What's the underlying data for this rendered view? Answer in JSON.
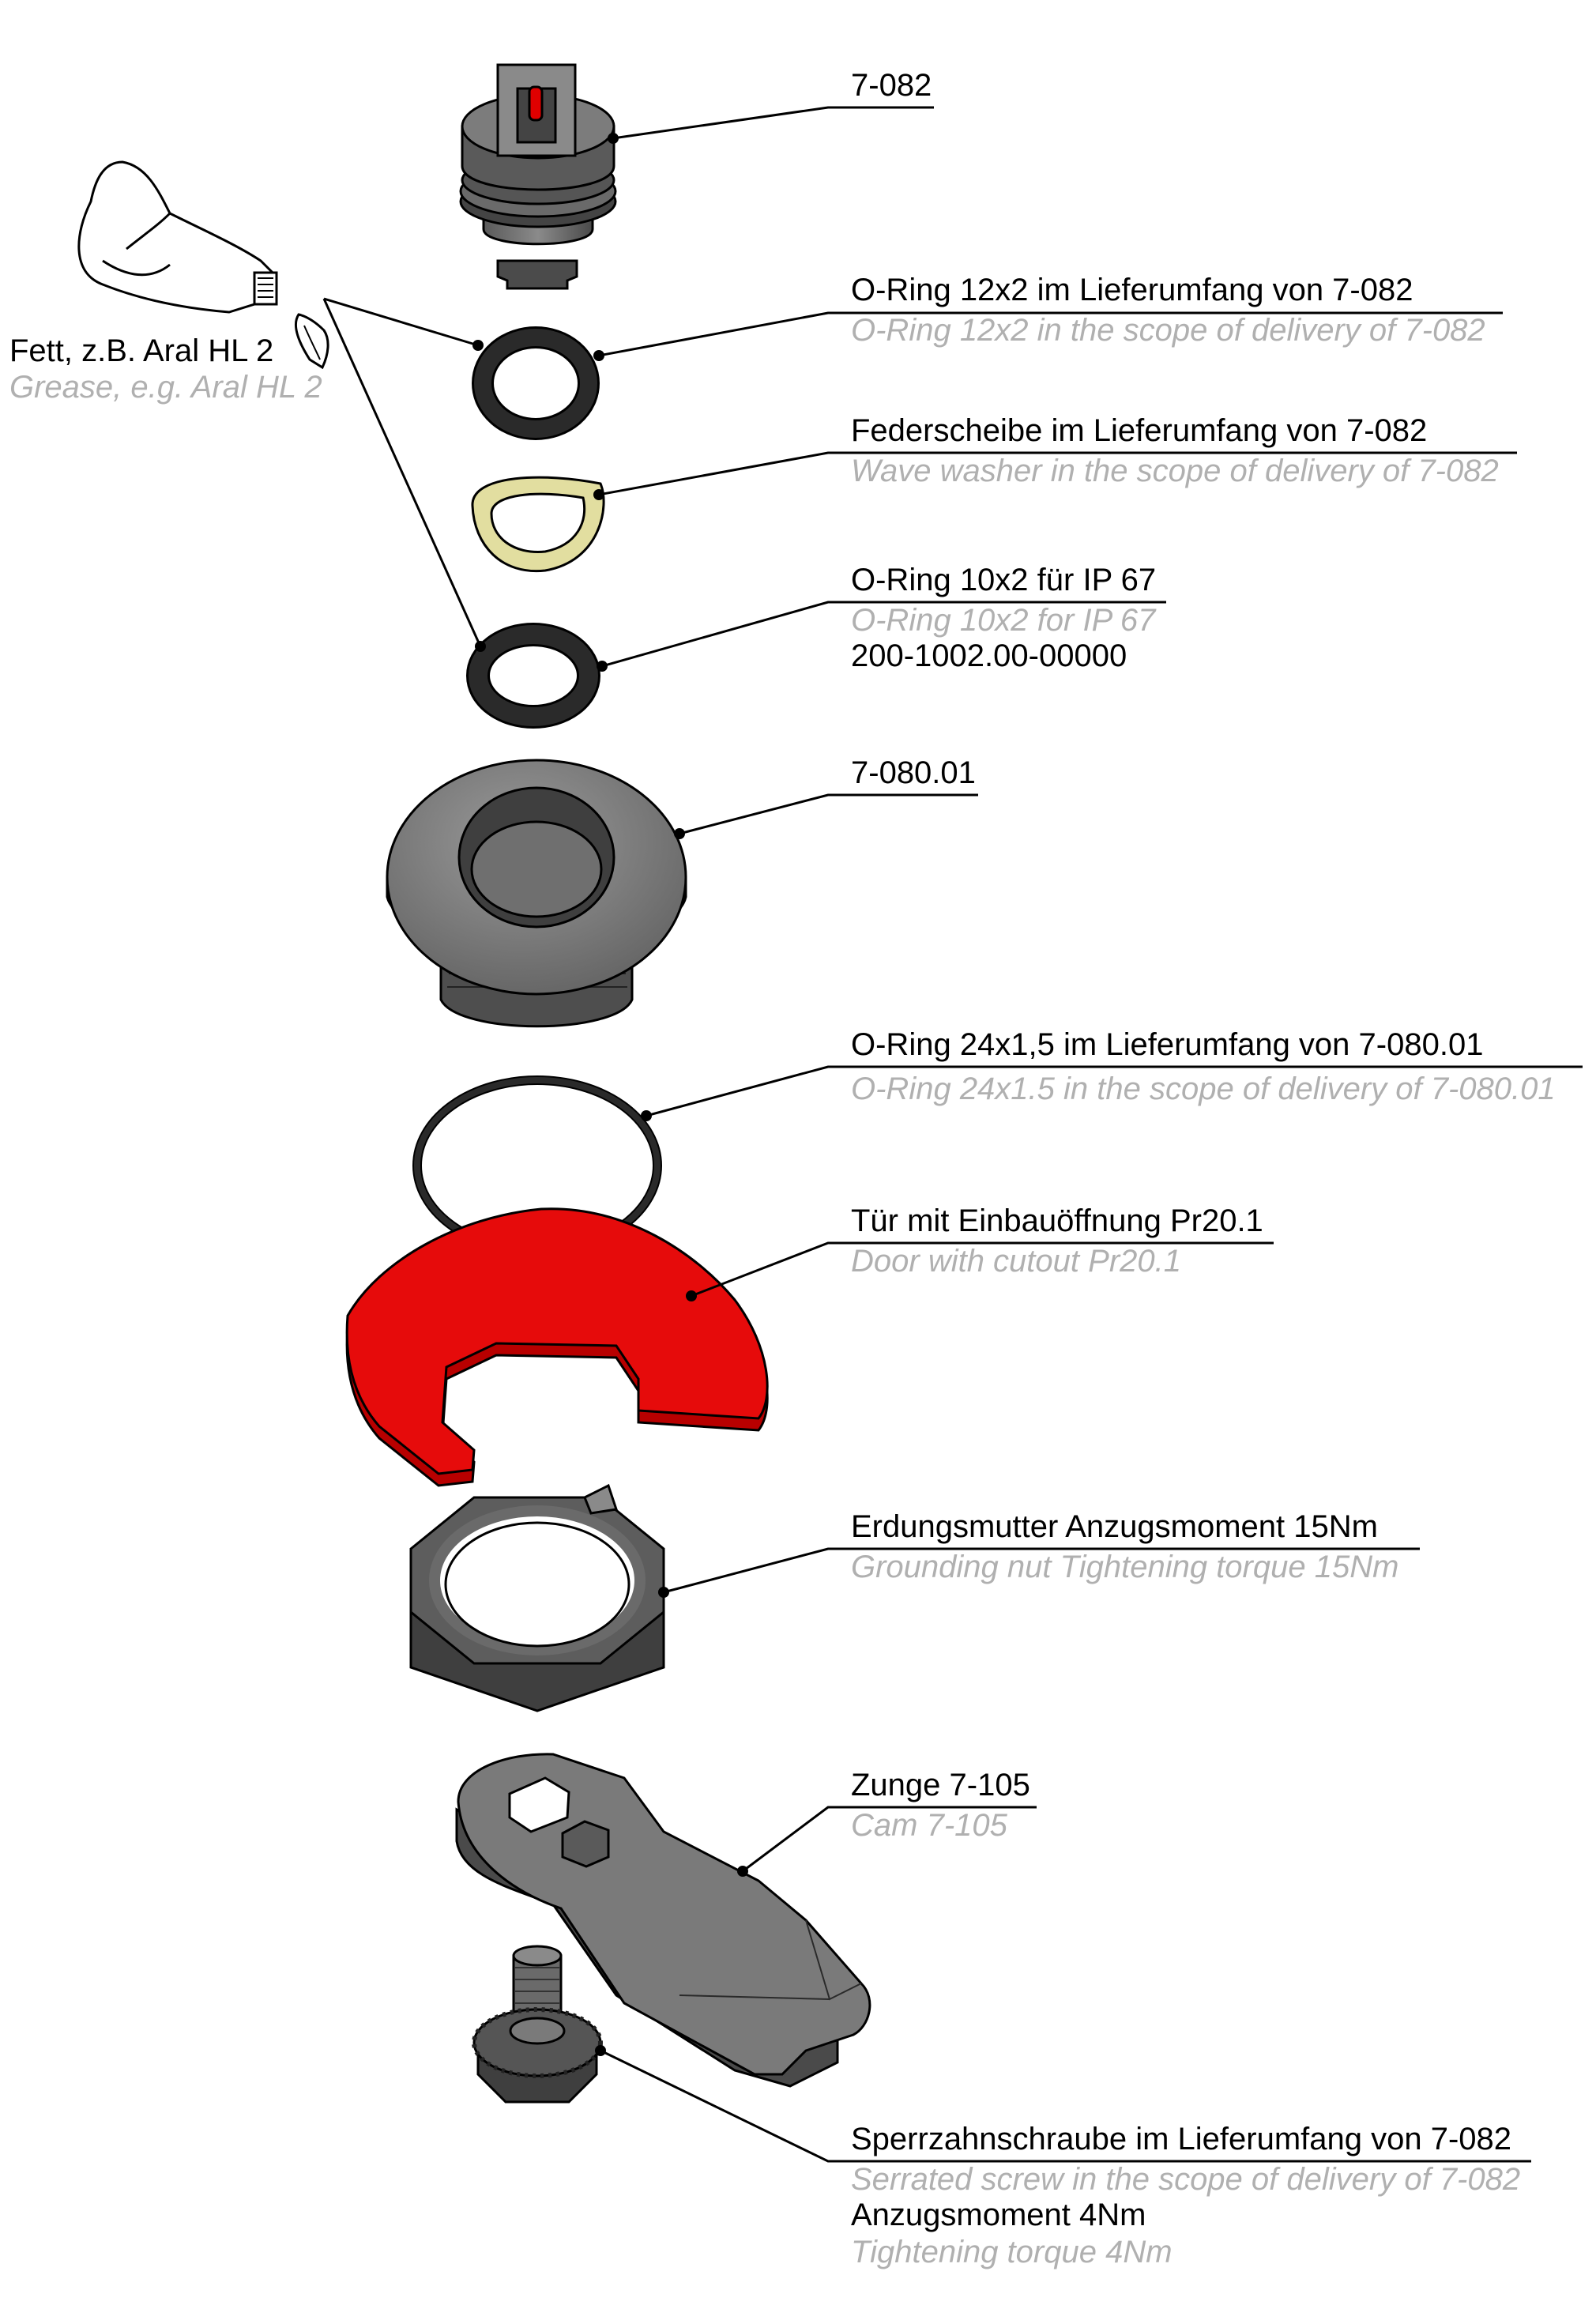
{
  "colors": {
    "ink": "#000000",
    "translation": "#b0b0b0",
    "part_dark": "#3a3a3a",
    "part_mid": "#7a7a7a",
    "part_light": "#b8b8b8",
    "door_red": "#e60b0b",
    "door_edge": "#b80000",
    "washer": "#e2dea0",
    "insert_red": "#e00000"
  },
  "icons": [
    "grease-tube-icon",
    "grease-drop-icon"
  ],
  "labels": {
    "insert": {
      "de": "7-082"
    },
    "oring_12x2": {
      "de": "O-Ring 12x2 im Lieferumfang von 7-082",
      "en": "O-Ring 12x2 in the scope of delivery of 7-082"
    },
    "wave_washer": {
      "de": "Federscheibe  im Lieferumfang von 7-082",
      "en": "Wave washer in the scope of delivery of 7-082"
    },
    "oring_10x2": {
      "de": "O-Ring 10x2 für IP 67",
      "en": "O-Ring 10x2 for IP 67",
      "part_no": "200-1002.00-00000"
    },
    "housing": {
      "de": "7-080.01"
    },
    "oring_24x15": {
      "de": "O-Ring 24x1,5 im Lieferumfang von 7-080.01",
      "en": "O-Ring 24x1.5 in the scope of delivery of 7-080.01"
    },
    "door": {
      "de": "Tür mit Einbauöffnung Pr20.1",
      "en": "Door with cutout Pr20.1"
    },
    "nut": {
      "de": "Erdungsmutter Anzugsmoment 15Nm",
      "en": "Grounding nut Tightening torque 15Nm"
    },
    "cam": {
      "de": "Zunge 7-105",
      "en": "Cam 7-105"
    },
    "screw": {
      "de": "Sperrzahnschraube im Lieferumfang von 7-082",
      "en": "Serrated screw in the scope of delivery of 7-082",
      "torque_de": "Anzugsmoment 4Nm",
      "torque_en": "Tightening torque 4Nm"
    },
    "grease": {
      "de": "Fett, z.B. Aral HL 2",
      "en": "Grease, e.g. Aral HL 2"
    }
  }
}
